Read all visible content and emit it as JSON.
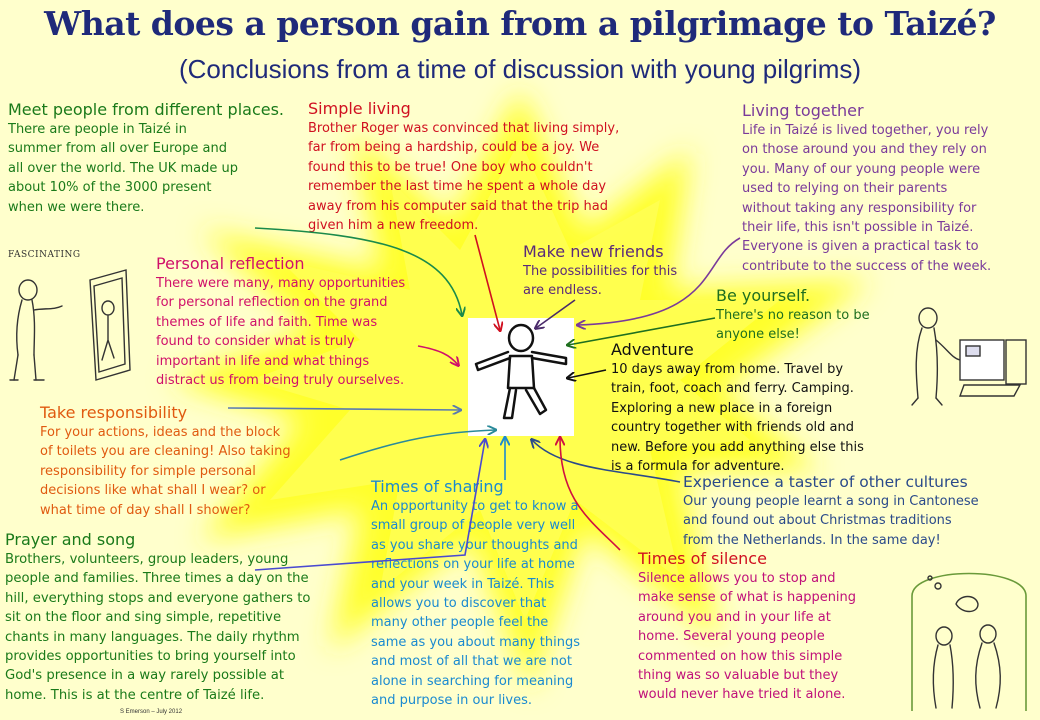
{
  "title": "What does a person gain from a pilgrimage to Taizé?",
  "subtitle": "(Conclusions from a time of discussion with young pilgrims)",
  "sections": {
    "meet": {
      "heading": "Meet people from different places.",
      "body": "There are people in Taizé in\nsummer from all over Europe and\nall over the world. The UK made up\nabout 10% of the 3000 present\nwhen we were there."
    },
    "simple": {
      "heading": "Simple living",
      "body": "Brother Roger was convinced that living simply,\nfar from being a hardship, could be a joy. We\nfound this to be true! One boy who couldn't\nremember the last time he spent a whole day\naway from his computer said that the trip had\ngiven him a new freedom."
    },
    "together": {
      "heading": "Living together",
      "body": "Life in Taizé is lived together, you rely\non those around you and they rely on\nyou. Many of our young people were\nused to relying on their parents\nwithout taking any responsibility for\ntheir life, this isn't possible in Taizé.\nEveryone is given a practical task to\ncontribute to the success of the week."
    },
    "friends": {
      "heading": "Make new friends",
      "body": "The possibilities for this\nare endless."
    },
    "yourself": {
      "heading": "Be yourself.",
      "body": "There's no reason to be\nanyone else!"
    },
    "reflection": {
      "heading": "Personal reflection",
      "body": "There were many, many opportunities\nfor personal reflection on the grand\nthemes of life and faith. Time was\nfound to consider what is truly\nimportant in life and what things\ndistract us from being truly ourselves."
    },
    "adventure": {
      "heading": "Adventure",
      "body": "10 days away from home. Travel by\ntrain, foot, coach and ferry. Camping.\nExploring a new place in a foreign\ncountry together with friends old and\nnew. Before you add anything else this\nis a formula for adventure."
    },
    "responsibility": {
      "heading": "Take responsibility",
      "body": "For your actions, ideas and the block\nof toilets you are cleaning! Also taking\nresponsibility for simple personal\ndecisions like what shall I wear? or\nwhat time of day shall I shower?"
    },
    "cultures": {
      "heading": "Experience a taster of other cultures",
      "body": "Our young people learnt a song in Cantonese\nand found out about Christmas traditions\nfrom the Netherlands. In the same day!"
    },
    "sharing": {
      "heading": "Times of sharing",
      "body": "An opportunity to get to know a\nsmall group of people very well\nas you share your thoughts and\nreflections on your life at home\nand your week in Taizé. This\nallows you to discover that\nmany other people feel the\nsame as you about many things\nand most of all that we are not\nalone in searching for meaning\nand purpose in our lives."
    },
    "silence": {
      "heading": "Times of silence",
      "body": "Silence allows you to stop and\nmake sense of what is happening\naround you and in your life at\nhome. Several young people\ncommented on how this simple\nthing was so valuable but they\nwould never have tried it alone."
    },
    "prayer": {
      "heading": "Prayer and song",
      "body": "Brothers, volunteers, group leaders, young\npeople and families. Three times a day on the\nhill, everything stops and everyone gathers to\nsit on the floor and sing simple, repetitive\nchants in many languages. The daily rhythm\nprovides opportunities to bring yourself into\nGod's presence in a way rarely possible at\nhome. This is at the centre of Taizé life."
    }
  },
  "fascinating_label": "FASCINATING",
  "credit": "S Emerson – July 2012",
  "colors": {
    "background": "#ffffcc",
    "burst": "#ffff33",
    "title": "#1f2a7a"
  }
}
